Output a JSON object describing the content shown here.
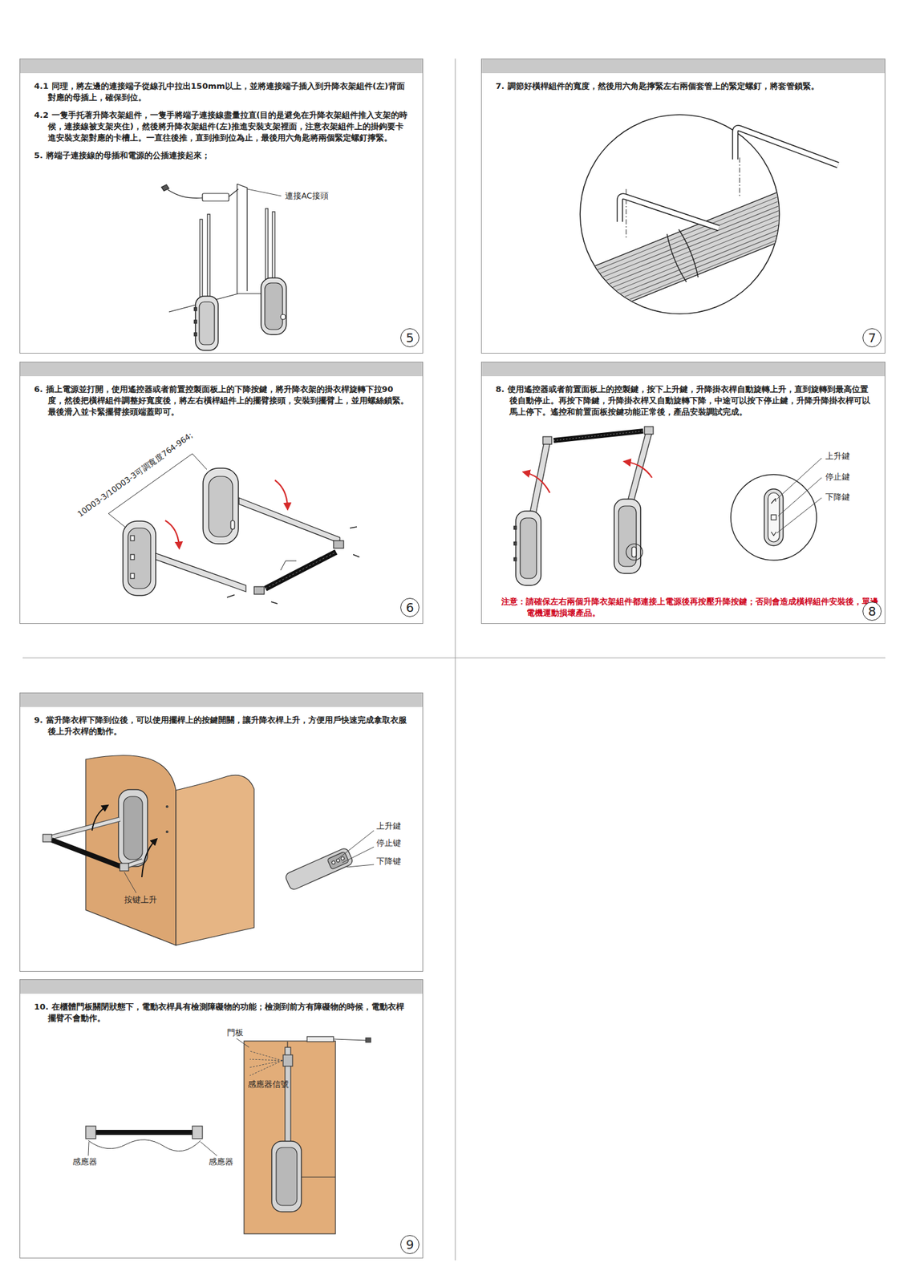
{
  "diagram": {
    "nodes": [
      {
        "text": [
          "4.1 同理，將左邊的連接端子從線孔中拉出150mm以上，並將連接端子插入到升降衣架組件(左)背面對應的母插上，確保到位。",
          "4.2 一隻手托著升降衣架組件，一隻手將端子連接線盡量拉直(目的是避免在升降衣架組件推入支架的時候，連接線被支架夾住)，然後將升降衣架組件(左)推進安裝支架裡面，注意衣架組件上的掛鉤要卡進安裝支架對應的卡槽上。一直往後推，直到推到位為止，最後用六角匙將兩個緊定螺釘擰緊。",
          "5. 將端子連接線的母插和電源的公插連接起來；"
        ]
      },
      {
        "text": [
          "5"
        ],
        "in": 0
      },
      {
        "text": [
          "7. 調節好橫桿組件的寬度，然後用六角匙擰緊左右兩個套管上的緊定螺釘，將套管鎖緊。"
        ]
      },
      {
        "text": [
          "7"
        ],
        "in": 2
      },
      {
        "text": [
          "6. 插上電源並打開，使用遙控器或者前置控製面板上的下降按鍵，將升降衣架的掛衣桿旋轉下拉90度，然後把橫桿組件調整好寬度後，將左右橫桿組件上的擺臂接頭，安裝到擺臂上，並用螺絲鎖緊。最後滑入並卡緊擺臂接頭端蓋即可。"
        ]
      },
      {
        "text": [
          "6"
        ],
        "in": 4
      },
      {
        "text": [
          "8. 使用遙控器或者前置面板上的控製鍵，按下上升鍵，升降掛衣桿自動旋轉上升，直到旋轉到最高位置後自動停止。再按下降鍵，升降掛衣桿又自動旋轉下降，中途可以按下停止鍵，升降升降掛衣桿可以馬上停下。遙控和前置面板按鍵功能正常後，產品安裝調試完成。",
          "注意：請確保左右兩個升降衣架組件都連接上電源後再按壓升降按鍵；否則會造成橫桿組件安裝後，單邊電機運動損壞產品。"
        ]
      },
      {
        "text": [
          "8"
        ],
        "in": 6
      },
      {
        "text": [
          "9. 當升降衣桿下降到位後，可以使用擺桿上的按鍵開關，讓升降衣桿上升，方便用戶快速完成拿取衣服後上升衣桿的動作。"
        ]
      },
      {
        "text": [
          "10. 在櫃體門板關閉狀態下，電動衣桿具有檢測障礙物的功能；檢測到前方有障礙物的時候，電動衣桿擺臂不會動作。"
        ]
      },
      {
        "text": [
          "9"
        ],
        "in": 9
      }
    ],
    "labels": [
      "連接AC接頭",
      "10D03-3/10D03-3可調寬度764-964;",
      "上升鍵",
      "停止鍵",
      "下降鍵",
      "上升鍵",
      "停止键",
      "下降键",
      "按键上升",
      "門板",
      "感應器信號",
      "感應器",
      "感應器"
    ]
  }
}
